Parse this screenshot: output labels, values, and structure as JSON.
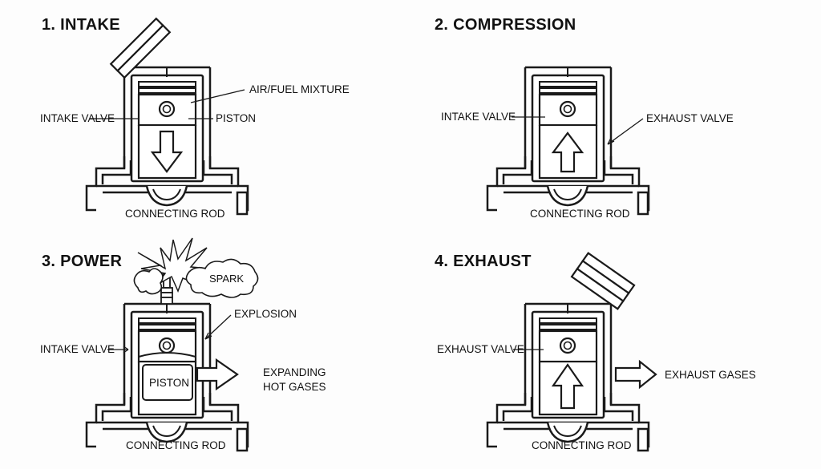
{
  "panels": [
    {
      "title": "1. INTAKE",
      "labels": {
        "mixture": "AIR/FUEL MIXTURE",
        "valve": "INTAKE VALVE",
        "piston": "PISTON",
        "rod": "CONNECTING ROD"
      }
    },
    {
      "title": "2. COMPRESSION",
      "labels": {
        "intake_valve": "INTAKE VALVE",
        "exhaust_valve": "EXHAUST VALVE",
        "rod": "CONNECTING ROD"
      }
    },
    {
      "title": "3. POWER",
      "labels": {
        "spark": "SPARK",
        "explosion": "EXPLOSION",
        "valve": "INTAKE VALVE",
        "piston": "PISTON",
        "gases_line1": "EXPANDING",
        "gases_line2": "HOT GASES",
        "rod": "CONNECTING ROD"
      }
    },
    {
      "title": "4. EXHAUST",
      "labels": {
        "valve": "EXHAUST VALVE",
        "gases": "EXHAUST GASES",
        "rod": "CONNECTING ROD"
      }
    }
  ],
  "icons": {
    "down_arrow": "arrow-down-icon",
    "up_arrow": "arrow-up-icon",
    "right_arrow": "arrow-right-icon",
    "spark_plug": "spark-plug-icon",
    "cloud": "cloud-icon",
    "burst": "explosion-burst-icon"
  },
  "colors": {
    "ink": "#1a1a1a",
    "background": "#fdfdfd",
    "fill": "#ffffff"
  }
}
